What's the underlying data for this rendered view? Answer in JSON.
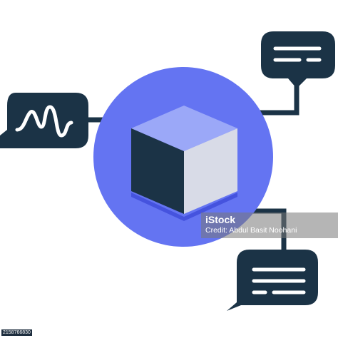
{
  "colors": {
    "navy": "#1b3346",
    "circle_blue": "#6474f2",
    "cube_top": "#9ba8f8",
    "cube_right": "#d8dbe7",
    "cube_shadow": "#4553de",
    "white": "#ffffff"
  },
  "icons": [
    "waveform-icon",
    "text-lines-icon",
    "cube-icon",
    "speech-bubble-icon"
  ],
  "watermark": {
    "brand": "iStock",
    "credit": "Credit: Abdul Basit Noohani"
  },
  "stock_id": "2158766830"
}
